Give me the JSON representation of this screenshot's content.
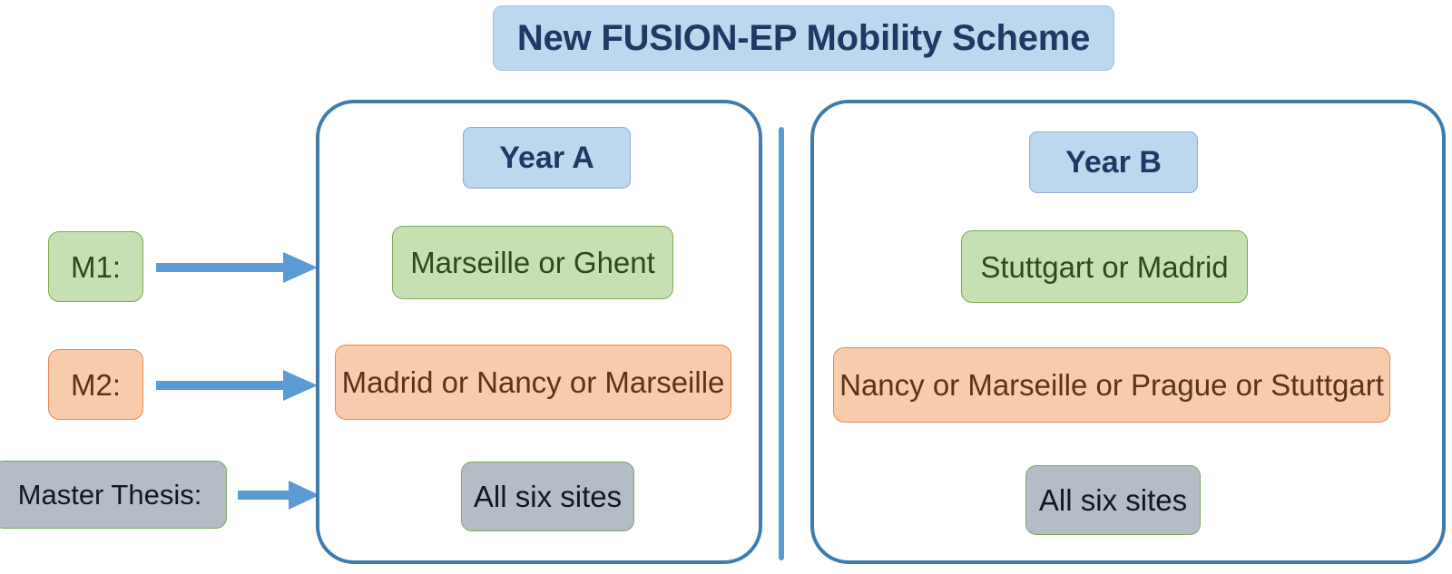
{
  "title": "New FUSION-EP Mobility Scheme",
  "stage_labels": [
    {
      "id": "m1",
      "label": "M1:",
      "style": "green"
    },
    {
      "id": "m2",
      "label": "M2:",
      "style": "orange"
    },
    {
      "id": "thesis",
      "label": "Master Thesis:",
      "style": "gray"
    }
  ],
  "years": [
    {
      "id": "a",
      "heading": "Year A",
      "rows": [
        {
          "stage": "M1:",
          "sites": "Marseille or Ghent",
          "style": "green"
        },
        {
          "stage": "M2:",
          "sites": "Madrid or Nancy or Marseille",
          "style": "orange"
        },
        {
          "stage": "Master Thesis:",
          "sites": "All six sites",
          "style": "gray"
        }
      ]
    },
    {
      "id": "b",
      "heading": "Year B",
      "rows": [
        {
          "stage": "M1:",
          "sites": "Stuttgart or Madrid",
          "style": "green"
        },
        {
          "stage": "M2:",
          "sites": "Nancy or Marseille or Prague or Stuttgart",
          "style": "orange"
        },
        {
          "stage": "Master Thesis:",
          "sites": "All six sites",
          "style": "gray"
        }
      ]
    }
  ],
  "arrows": [
    {
      "id": "m1",
      "from": "M1:",
      "to": "Year A"
    },
    {
      "id": "m2",
      "from": "M2:",
      "to": "Year A"
    },
    {
      "id": "thesis",
      "from": "Master Thesis:",
      "to": "Year A"
    }
  ],
  "colors": {
    "title_fill": "#BDD7EE",
    "title_text": "#1F3864",
    "panel_border": "#3E7CAE",
    "divider": "#5B9BD5",
    "arrow": "#5B9BD5",
    "green_fill": "#C6E0B4",
    "green_border": "#7FA95A",
    "green_text": "#2C4A1B",
    "orange_fill": "#F8CBAD",
    "orange_border": "#E68A4E",
    "orange_text": "#59331A",
    "gray_fill": "#B4BCC6",
    "gray_border": "#7FA95A",
    "gray_text": "#101820"
  }
}
